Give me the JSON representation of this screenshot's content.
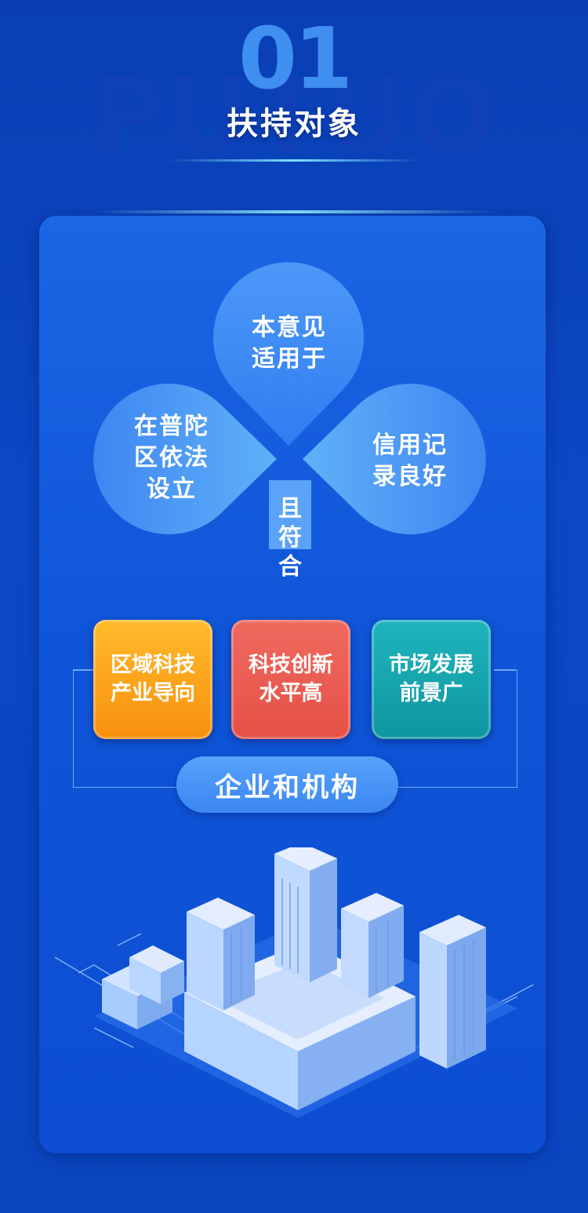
{
  "header": {
    "number": "01",
    "bg_word": "PUTUO",
    "title": "扶持对象"
  },
  "petals": {
    "top": [
      "本意见",
      "适用于"
    ],
    "left": [
      "在普陀",
      "区依法",
      "设立"
    ],
    "right": [
      "信用记",
      "录良好"
    ]
  },
  "arrow": [
    "且",
    "符",
    "合"
  ],
  "criteria": [
    {
      "lines": [
        "区域科技",
        "产业导向"
      ],
      "color": "#f8a01c"
    },
    {
      "lines": [
        "科技创新",
        "水平高"
      ],
      "color": "#e8574d"
    },
    {
      "lines": [
        "市场发展",
        "前景广"
      ],
      "color": "#14a5ae"
    }
  ],
  "target_label": "企业和机构",
  "colors": {
    "background": "#0a44be",
    "card": "#1558dc",
    "petal": "#3f8df4",
    "accent_line": "#7ee2ff"
  }
}
